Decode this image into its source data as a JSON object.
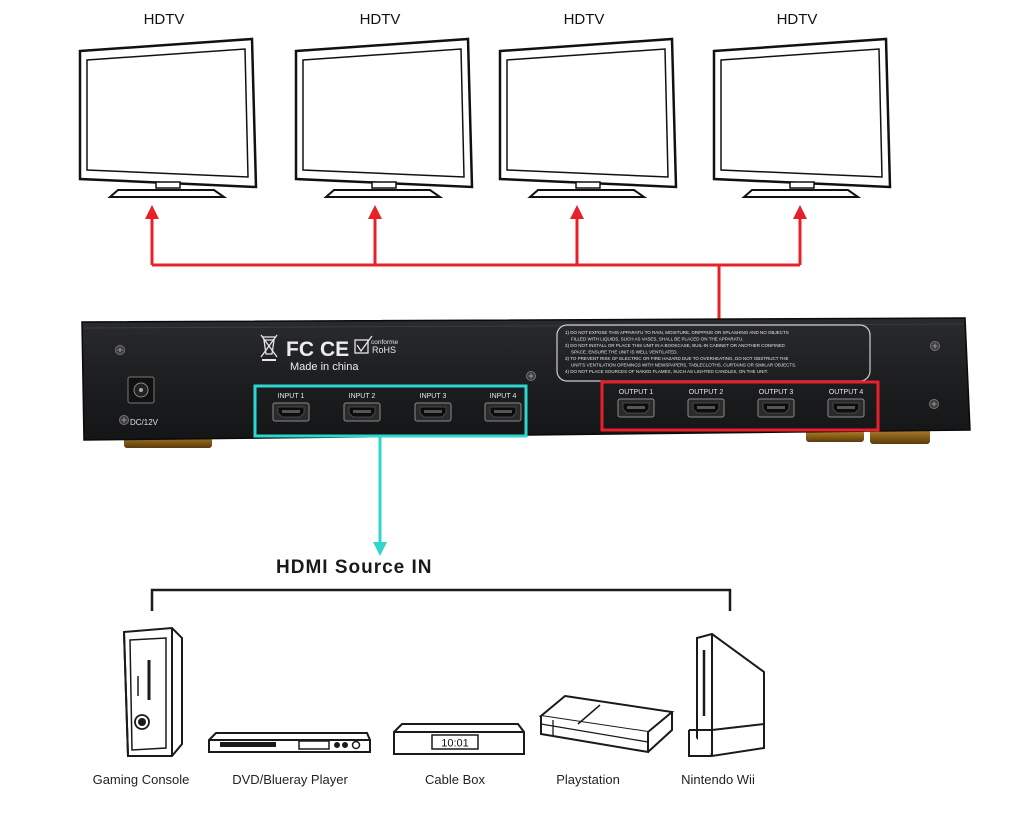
{
  "displays": [
    {
      "label": "HDTV"
    },
    {
      "label": "HDTV"
    },
    {
      "label": "HDTV"
    },
    {
      "label": "HDTV"
    }
  ],
  "device": {
    "power_label": "DC/12V",
    "made_in": "Made in china",
    "cert_logos": [
      "FC",
      "CE"
    ],
    "rohs_line1": "conforme",
    "rohs_line2": "RoHS",
    "warning_lines": [
      "1) DO NOT EXPOSE THIS APPARATU TO RAIN, MOISTURE, DRIPPING OR SPLASHING AND NO OBJECTS",
      "FILLED WITH LIQUIDS, SUCH AS VASES, SHALL BE PLACED ON THE APPARATU.",
      "2) DO NOT INSTALL OR PLACE THIS UNIT IN A BOOKCASE, BUIL-IN CABINET OR ANOTHER CONFINED",
      "SPACE. ENSURE THE UNIT IS WELL VENTILATED.",
      "3) TO PREVENT RISK OF ELECTRIC OR FIRE HAZARD DUE TO OVERHEATING, DO NOT OBSTRUCT THE",
      "UNIT'S VENTILATION OPENINGS WITH NEWSPAPERS, TABLECLOTHS, CURTAINS OR SIMILAR OBJECTS.",
      "4) DO NOT PLACE SOURCES OF NAKED FLAMES, SUCH AS LIGHTED CANDLES, ON THE UNIT."
    ],
    "inputs": [
      "INPUT 1",
      "INPUT 2",
      "INPUT 3",
      "INPUT 4"
    ],
    "outputs": [
      "OUTPUT 1",
      "OUTPUT 2",
      "OUTPUT 3",
      "OUTPUT 4"
    ]
  },
  "source_title": "HDMI Source IN",
  "sources": [
    {
      "label": "Gaming Console",
      "icon": "xbox-console-icon"
    },
    {
      "label": "DVD/Blueray Player",
      "icon": "dvd-player-icon"
    },
    {
      "label": "Cable Box",
      "icon": "cable-box-icon",
      "display": "10:01"
    },
    {
      "label": "Playstation",
      "icon": "playstation-icon"
    },
    {
      "label": "Nintendo Wii",
      "icon": "wii-console-icon"
    }
  ],
  "colors": {
    "output_arrow": "#e8202a",
    "input_arrow": "#2fd6cf",
    "device_body": "#1f2022",
    "line_art": "#1a1a1a"
  }
}
